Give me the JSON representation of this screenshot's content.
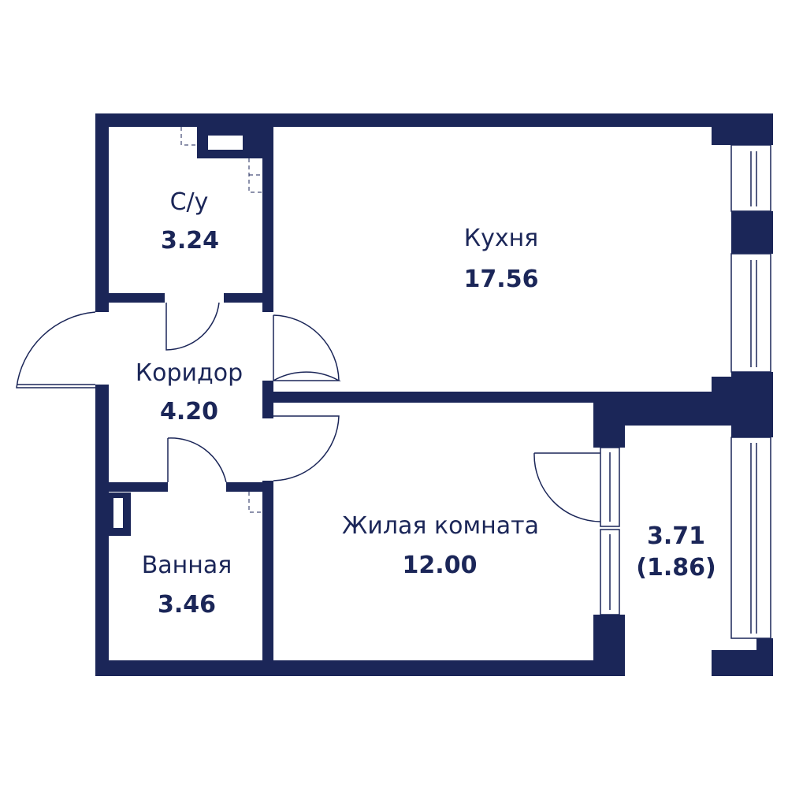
{
  "colors": {
    "wall": "#1b2658",
    "background": "#ffffff",
    "thin_line": "#1b2658"
  },
  "rooms": {
    "wc": {
      "name": "С/у",
      "area": "3.24"
    },
    "kitchen": {
      "name": "Кухня",
      "area": "17.56"
    },
    "corridor": {
      "name": "Коридор",
      "area": "4.20"
    },
    "living": {
      "name": "Жилая комната",
      "area": "12.00"
    },
    "bathroom": {
      "name": "Ванная",
      "area": "3.46"
    },
    "balcony": {
      "name": "3.71",
      "area": "(1.86)"
    }
  }
}
